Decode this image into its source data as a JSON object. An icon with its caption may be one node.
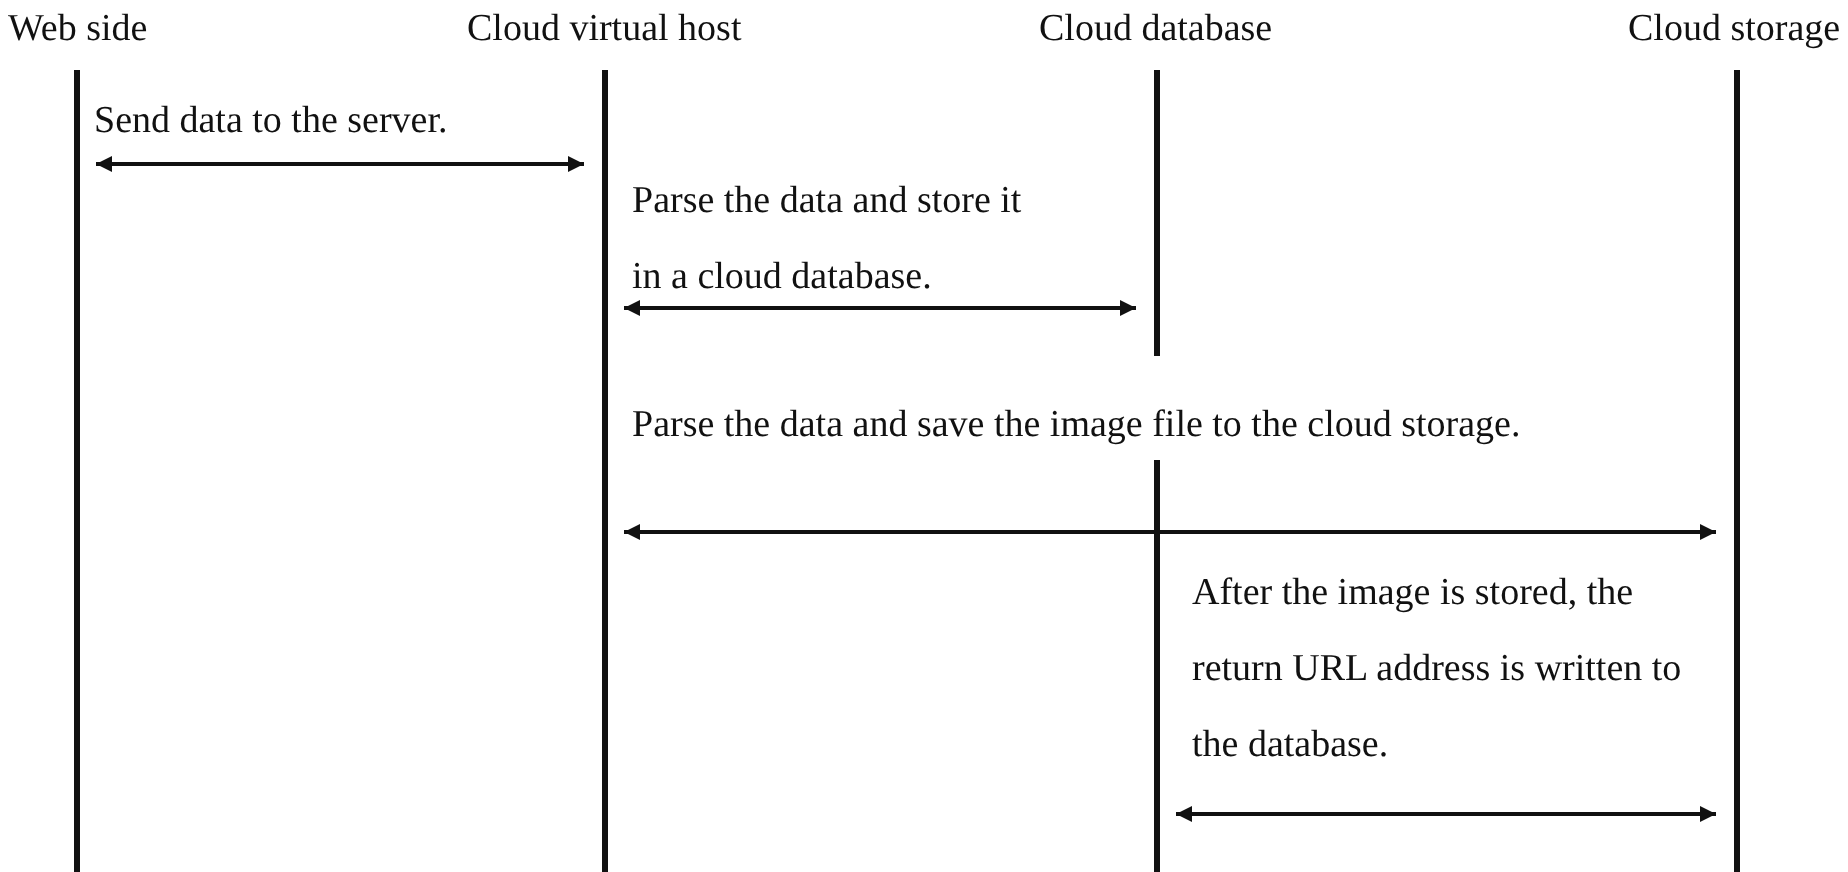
{
  "diagram": {
    "nodes": [
      {
        "text": [
          "Web side"
        ]
      },
      {
        "text": [
          "Cloud virtual host"
        ]
      },
      {
        "text": [
          "Cloud database"
        ]
      },
      {
        "text": [
          "Cloud storage"
        ]
      }
    ],
    "edges": [
      {
        "from": 0,
        "to": 1,
        "arrow": "both",
        "label": "Send data to the server."
      },
      {
        "from": 1,
        "to": 2,
        "arrow": "both",
        "label": "Parse the data and store it in a cloud database."
      },
      {
        "from": 1,
        "to": 3,
        "arrow": "both",
        "label": "Parse the data and save the image file to the cloud storage."
      },
      {
        "from": 2,
        "to": 3,
        "arrow": "both",
        "label": "After the image is stored, the return URL address is written to the database."
      }
    ]
  }
}
